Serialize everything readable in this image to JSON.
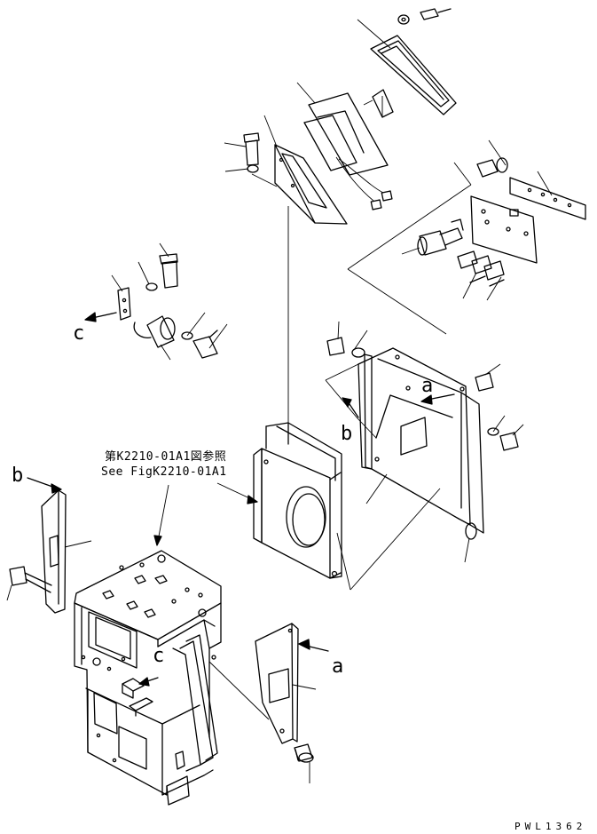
{
  "diagram": {
    "reference_jp": "第K2210-01A1図参照",
    "reference_en": "See FigK2210-01A1",
    "drawing_code": "PWL1362",
    "callouts": {
      "a_upper": "a",
      "b_upper": "b",
      "c_left": "c",
      "b_left": "b",
      "c_frame": "c",
      "a_lower": "a"
    }
  }
}
